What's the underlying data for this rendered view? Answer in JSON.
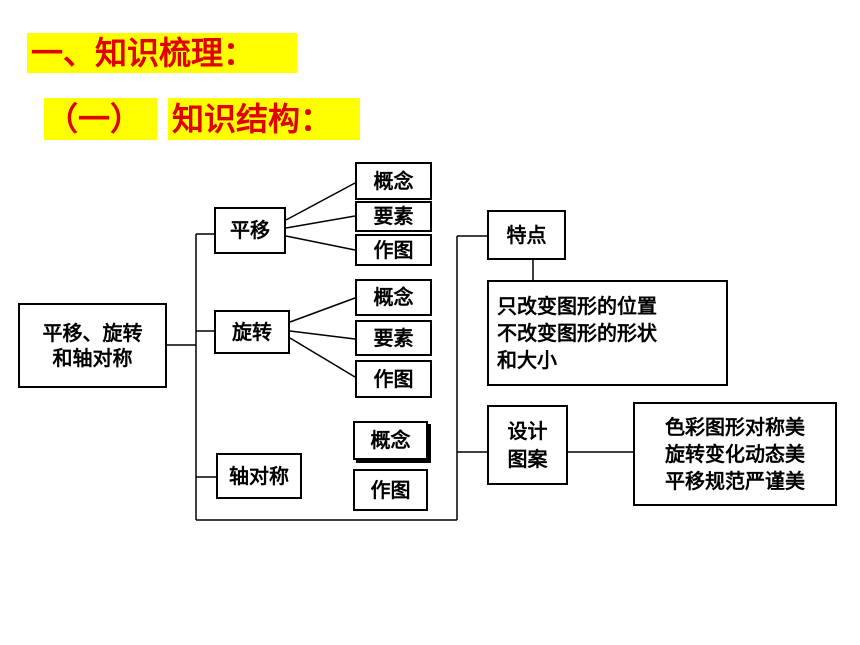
{
  "headings": {
    "section_one": "一、知识梳理：",
    "paren_one": "（一）",
    "knowledge_structure": "知识结构："
  },
  "diagram": {
    "root": "平移、旋转\n和轴对称",
    "translation": {
      "label": "平移",
      "children": [
        "概念",
        "要素",
        "作图"
      ]
    },
    "rotation": {
      "label": "旋转",
      "children": [
        "概念",
        "要素",
        "作图"
      ]
    },
    "axial_symmetry": {
      "label": "轴对称",
      "children": [
        "概念",
        "作图"
      ]
    },
    "features": {
      "label": "特点",
      "description": "只改变图形的位置\n不改变图形的形状\n和大小"
    },
    "design": {
      "label": "设计\n图案",
      "description": "色彩图形对称美\n旋转变化动态美\n平移规范严谨美"
    }
  }
}
